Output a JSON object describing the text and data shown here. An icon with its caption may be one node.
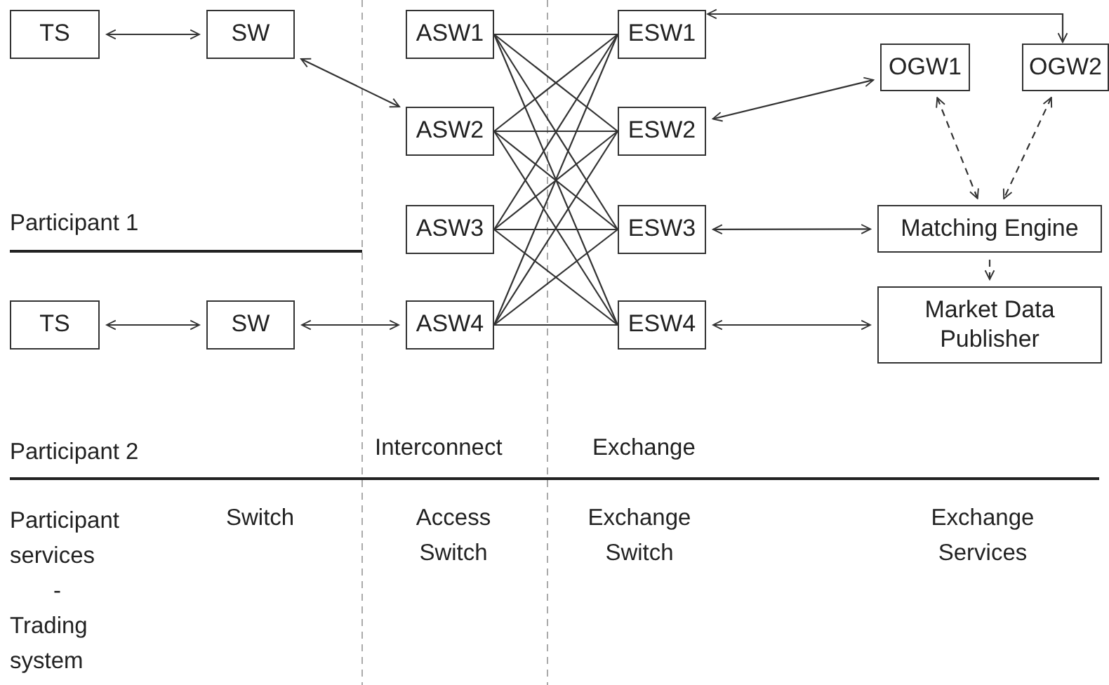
{
  "diagram": {
    "nodes": [
      {
        "text": [
          "TS"
        ]
      },
      {
        "text": [
          "SW"
        ]
      },
      {
        "text": [
          "ASW1"
        ]
      },
      {
        "text": [
          "ASW2"
        ]
      },
      {
        "text": [
          "ASW3"
        ]
      },
      {
        "text": [
          "ASW4"
        ]
      },
      {
        "text": [
          "ESW1"
        ]
      },
      {
        "text": [
          "ESW2"
        ]
      },
      {
        "text": [
          "ESW3"
        ]
      },
      {
        "text": [
          "ESW4"
        ]
      },
      {
        "text": [
          "OGW1"
        ]
      },
      {
        "text": [
          "OGW2"
        ]
      },
      {
        "text": [
          "Matching Engine"
        ]
      },
      {
        "text": [
          "Market Data Publisher"
        ]
      },
      {
        "text": [
          "TS"
        ]
      },
      {
        "text": [
          "SW"
        ]
      }
    ],
    "edges": [
      {
        "from": 0,
        "to": 1,
        "arrow": "both"
      },
      {
        "from": 1,
        "to": 3,
        "arrow": "both"
      },
      {
        "from": 2,
        "to": 6,
        "arrow": "none"
      },
      {
        "from": 2,
        "to": 7,
        "arrow": "none"
      },
      {
        "from": 2,
        "to": 8,
        "arrow": "none"
      },
      {
        "from": 2,
        "to": 9,
        "arrow": "none"
      },
      {
        "from": 3,
        "to": 6,
        "arrow": "none"
      },
      {
        "from": 3,
        "to": 7,
        "arrow": "none"
      },
      {
        "from": 3,
        "to": 8,
        "arrow": "none"
      },
      {
        "from": 3,
        "to": 9,
        "arrow": "none"
      },
      {
        "from": 4,
        "to": 6,
        "arrow": "none"
      },
      {
        "from": 4,
        "to": 7,
        "arrow": "none"
      },
      {
        "from": 4,
        "to": 8,
        "arrow": "none"
      },
      {
        "from": 4,
        "to": 9,
        "arrow": "none"
      },
      {
        "from": 5,
        "to": 6,
        "arrow": "none"
      },
      {
        "from": 5,
        "to": 7,
        "arrow": "none"
      },
      {
        "from": 5,
        "to": 8,
        "arrow": "none"
      },
      {
        "from": 5,
        "to": 9,
        "arrow": "none"
      },
      {
        "from": 6,
        "to": 11,
        "arrow": "both"
      },
      {
        "from": 7,
        "to": 10,
        "arrow": "both"
      },
      {
        "from": 10,
        "to": 12,
        "arrow": "both",
        "style": "dashed"
      },
      {
        "from": 11,
        "to": 12,
        "arrow": "both",
        "style": "dashed"
      },
      {
        "from": 8,
        "to": 12,
        "arrow": "both"
      },
      {
        "from": 12,
        "to": 13,
        "arrow": "to",
        "style": "dashed"
      },
      {
        "from": 9,
        "to": 13,
        "arrow": "both"
      },
      {
        "from": 14,
        "to": 15,
        "arrow": "both"
      },
      {
        "from": 15,
        "to": 5,
        "arrow": "both"
      }
    ],
    "labels": [
      "Participant 1",
      "Participant 2",
      "Interconnect",
      "Exchange",
      "Participant services",
      "-",
      "Trading system",
      "Switch",
      "Access Switch",
      "Exchange Switch",
      "Exchange Services"
    ]
  }
}
